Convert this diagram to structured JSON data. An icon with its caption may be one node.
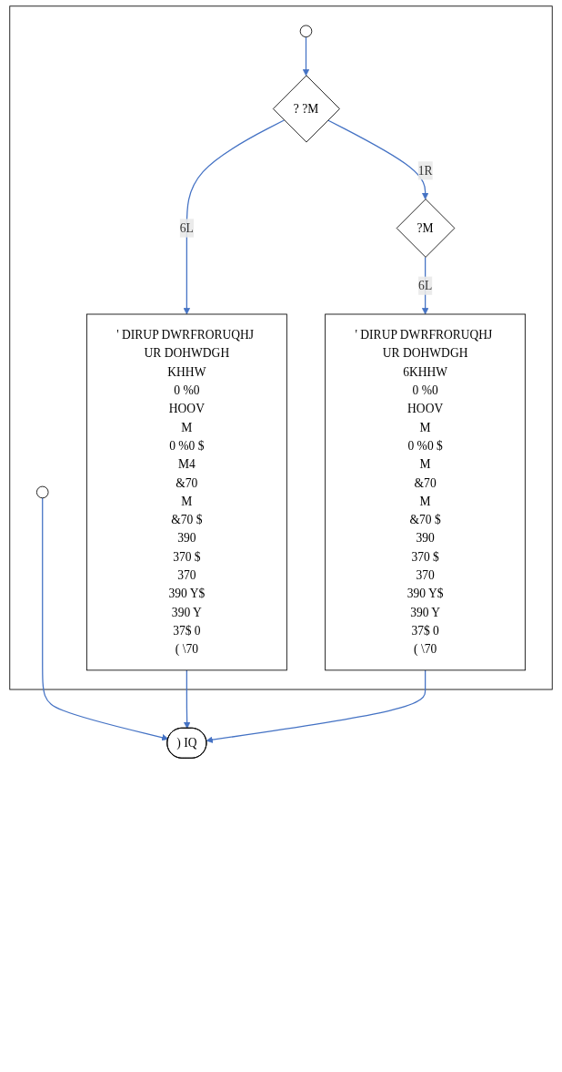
{
  "diagram": {
    "nodes": [
      {
        "text": [],
        "shape": "box"
      },
      {
        "text": [],
        "shape": "circle",
        "in": 0
      },
      {
        "text": [],
        "shape": "circle",
        "in": 0
      },
      {
        "text": [
          "? ?M"
        ],
        "in": 0
      },
      {
        "text": [
          "' DIRUP DWRFRORUQHJ UR DOHWDGH",
          "KHHW",
          "0 %0",
          "HOOV",
          "M",
          "0 %0 $",
          "M4",
          "&70",
          "M",
          "&70 $",
          "390",
          "370 $",
          "370",
          "390 Y$",
          "390 Y",
          "37$ 0",
          "( \\70"
        ],
        "in": 0
      },
      {
        "text": [
          "?M"
        ],
        "in": 0
      },
      {
        "text": [
          "' DIRUP DWRFRORUQHJ UR DOHWDGH",
          "6KHHW",
          "0 %0",
          "HOOV",
          "M",
          "0 %0 $",
          "M",
          "&70",
          "M",
          "&70 $",
          "390",
          "370 $",
          "370",
          "390 Y$",
          "390 Y",
          "37$ 0",
          "( \\70"
        ],
        "in": 0
      },
      {
        "text": [
          ") IQ"
        ]
      }
    ],
    "edges": [
      {
        "from": 2,
        "to": 3,
        "arrow": "to"
      },
      {
        "from": 3,
        "to": 4,
        "label": "6L",
        "arrow": "to"
      },
      {
        "from": 3,
        "to": 5,
        "label": "1R",
        "arrow": "to"
      },
      {
        "from": 5,
        "to": 6,
        "label": "6L",
        "arrow": "to"
      },
      {
        "from": 1,
        "to": 7,
        "arrow": "to"
      },
      {
        "from": 4,
        "to": 7,
        "arrow": "to"
      },
      {
        "from": 6,
        "to": 7,
        "arrow": "to"
      }
    ]
  }
}
